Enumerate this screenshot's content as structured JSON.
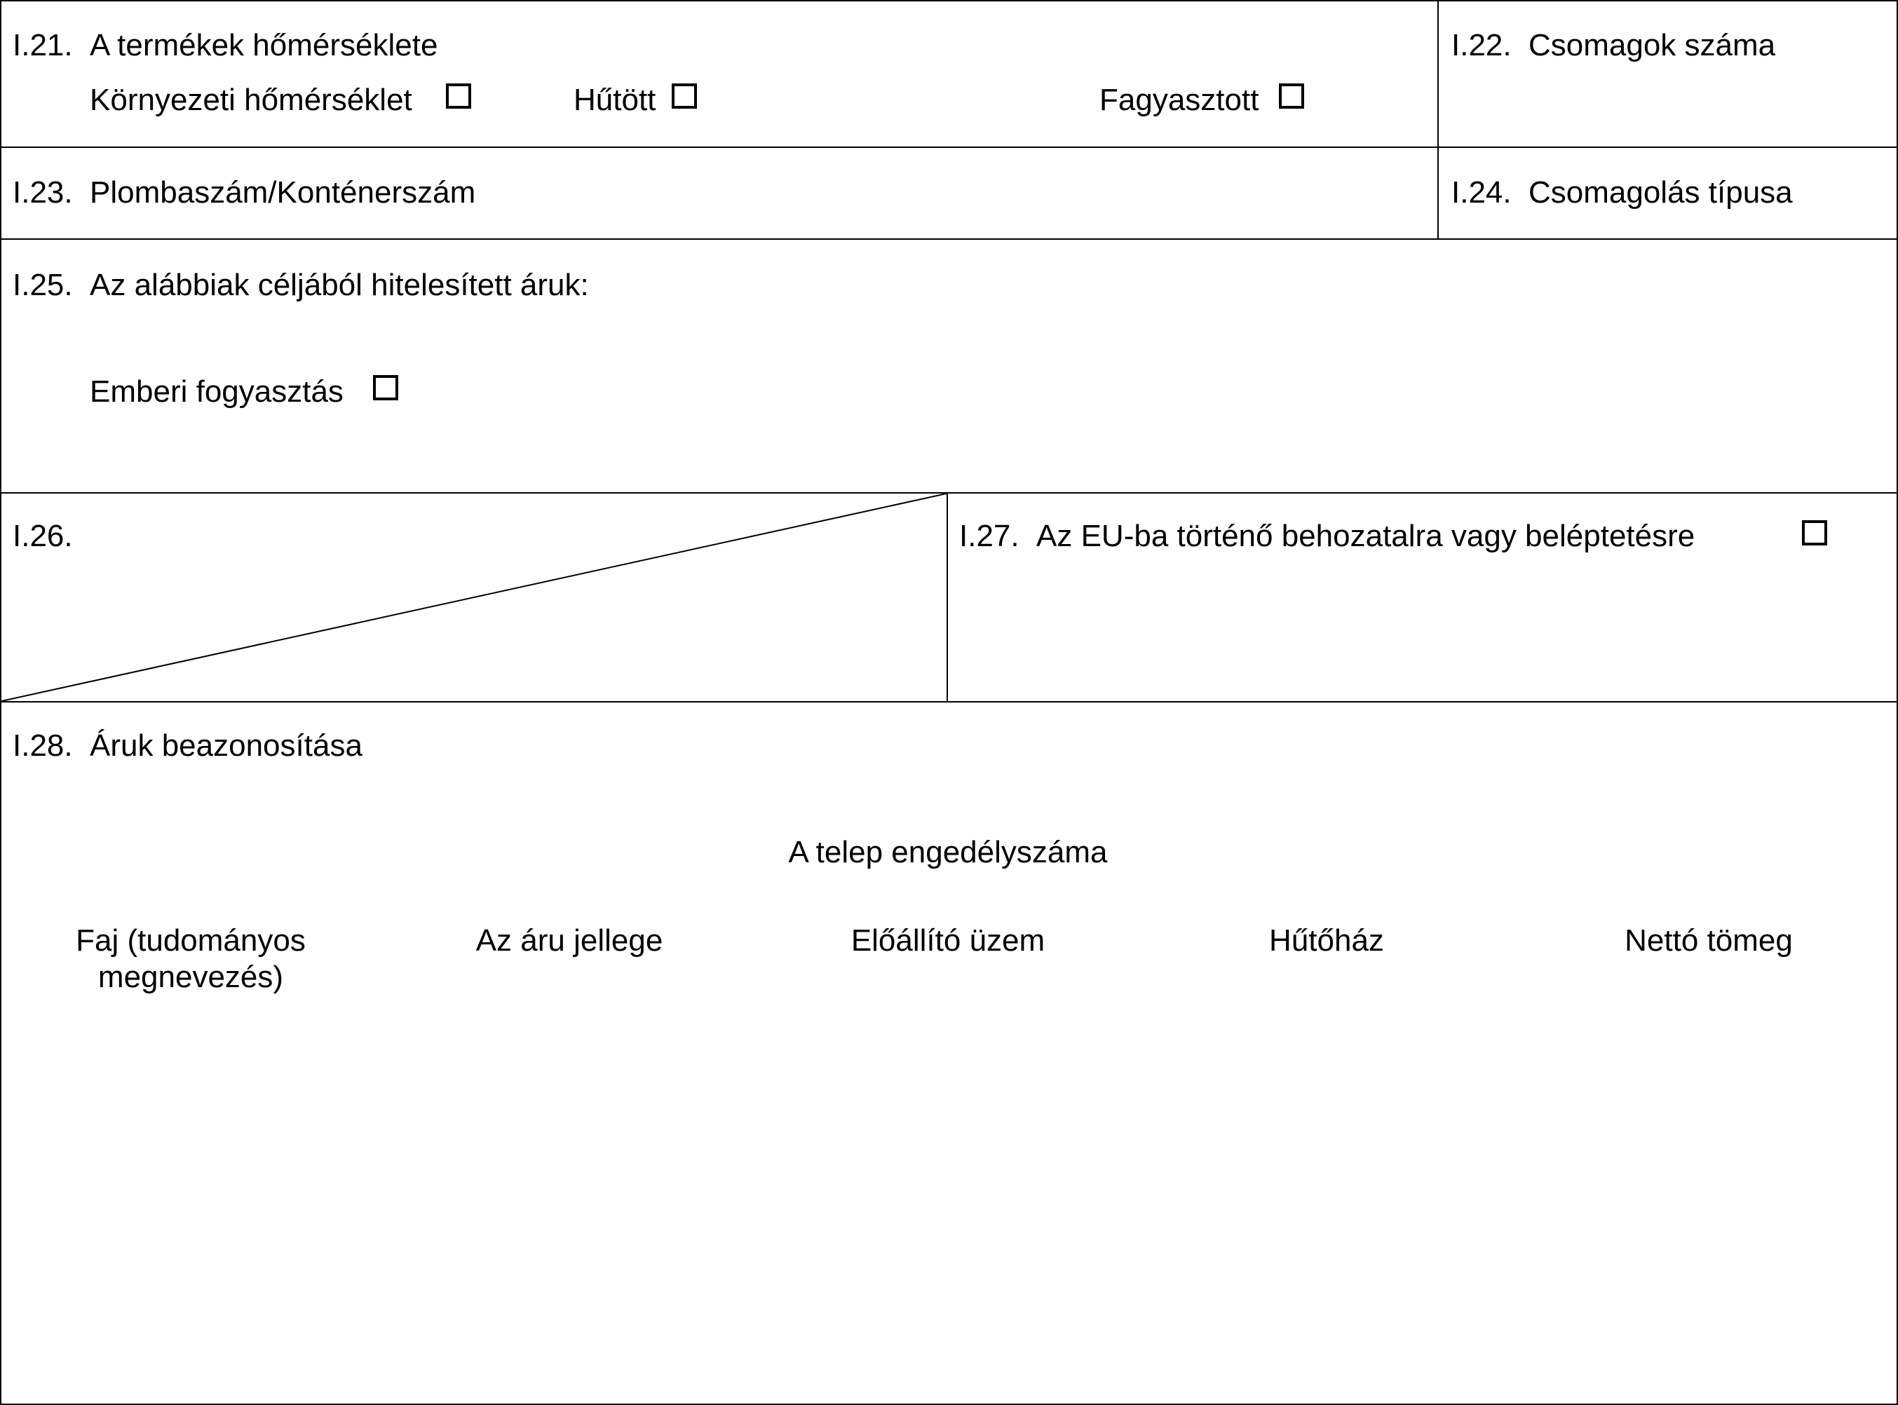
{
  "i21": {
    "number": "I.21.",
    "title": "A termékek hőmérséklete",
    "options": {
      "ambient": "Környezeti hőmérséklet",
      "chilled": "Hűtött",
      "frozen": "Fagyasztott"
    }
  },
  "i22": {
    "number": "I.22.",
    "title": "Csomagok száma"
  },
  "i23": {
    "number": "I.23.",
    "title": "Plombaszám/Konténerszám"
  },
  "i24": {
    "number": "I.24.",
    "title": "Csomagolás típusa"
  },
  "i25": {
    "number": "I.25.",
    "title": "Az alábbiak céljából hitelesített áruk:",
    "option": "Emberi fogyasztás"
  },
  "i26": {
    "number": "I.26."
  },
  "i27": {
    "number": "I.27.",
    "title": "Az EU-ba történő behozatalra vagy beléptetésre"
  },
  "i28": {
    "number": "I.28.",
    "title": "Áruk beazonosítása",
    "group_header": "A telep engedélyszáma",
    "columns": {
      "species": "Faj (tudományos megnevezés)",
      "nature": "Az áru jellege",
      "plant": "Előállító üzem",
      "cold_store": "Hűtőház",
      "net_weight": "Nettó tömeg"
    }
  }
}
